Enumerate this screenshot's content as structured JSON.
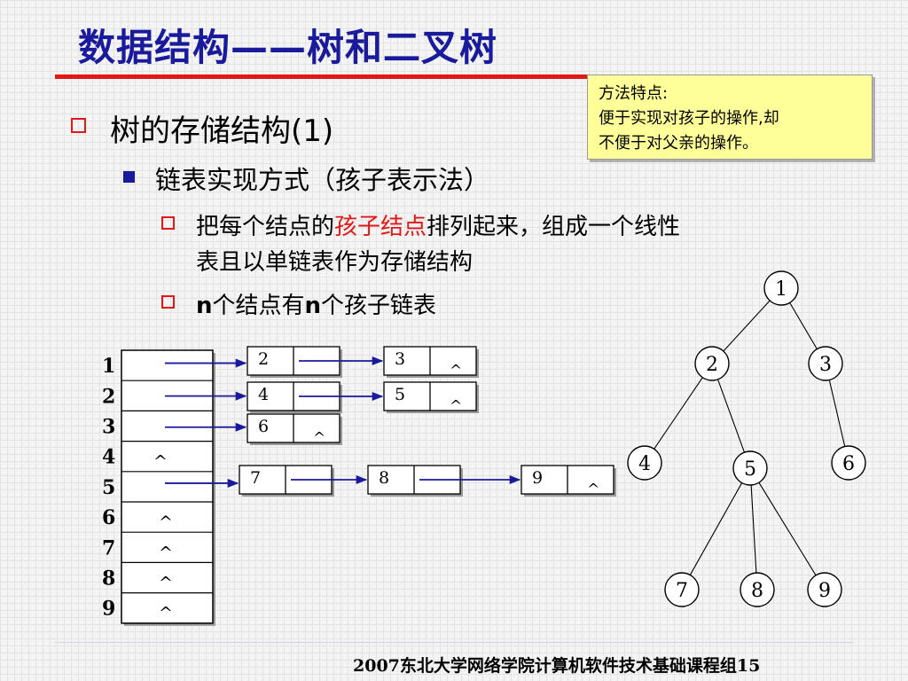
{
  "slide": {
    "title": "数据结构——树和二叉树",
    "note": {
      "heading": "方法特点:",
      "line1": "便于实现对孩子的操作,却",
      "line2": "不便于对父亲的操作。"
    },
    "bullet1": "树的存储结构(1)",
    "bullet2": "链表实现方式（孩子表示法）",
    "bullet3": {
      "part1": "把每个结点的",
      "highlight": "孩子结点",
      "part2": "排列起来，组成一个线性",
      "line2": "表且以单链表作为存储结构"
    },
    "bullet4": {
      "n1": "n",
      "mid": "个结点有",
      "n2": "n",
      "end": "个孩子链表"
    },
    "footer": "2007东北大学网络学院计算机软件技术基础课程组15"
  },
  "diagram": {
    "row_labels": [
      "1",
      "2",
      "3",
      "4",
      "5",
      "6",
      "7",
      "8",
      "9"
    ],
    "null_symbol": "^",
    "rows": [
      {
        "index": "1",
        "children": [
          "2",
          "3"
        ]
      },
      {
        "index": "2",
        "children": [
          "4",
          "5"
        ]
      },
      {
        "index": "3",
        "children": [
          "6"
        ]
      },
      {
        "index": "4",
        "children": []
      },
      {
        "index": "5",
        "children": [
          "7",
          "8",
          "9"
        ]
      },
      {
        "index": "6",
        "children": []
      },
      {
        "index": "7",
        "children": []
      },
      {
        "index": "8",
        "children": []
      },
      {
        "index": "9",
        "children": []
      }
    ],
    "tree_nodes": [
      "1",
      "2",
      "3",
      "4",
      "5",
      "6",
      "7",
      "8",
      "9"
    ],
    "tree_edges": [
      [
        "1",
        "2"
      ],
      [
        "1",
        "3"
      ],
      [
        "2",
        "4"
      ],
      [
        "2",
        "5"
      ],
      [
        "3",
        "6"
      ],
      [
        "5",
        "7"
      ],
      [
        "5",
        "8"
      ],
      [
        "5",
        "9"
      ]
    ]
  }
}
